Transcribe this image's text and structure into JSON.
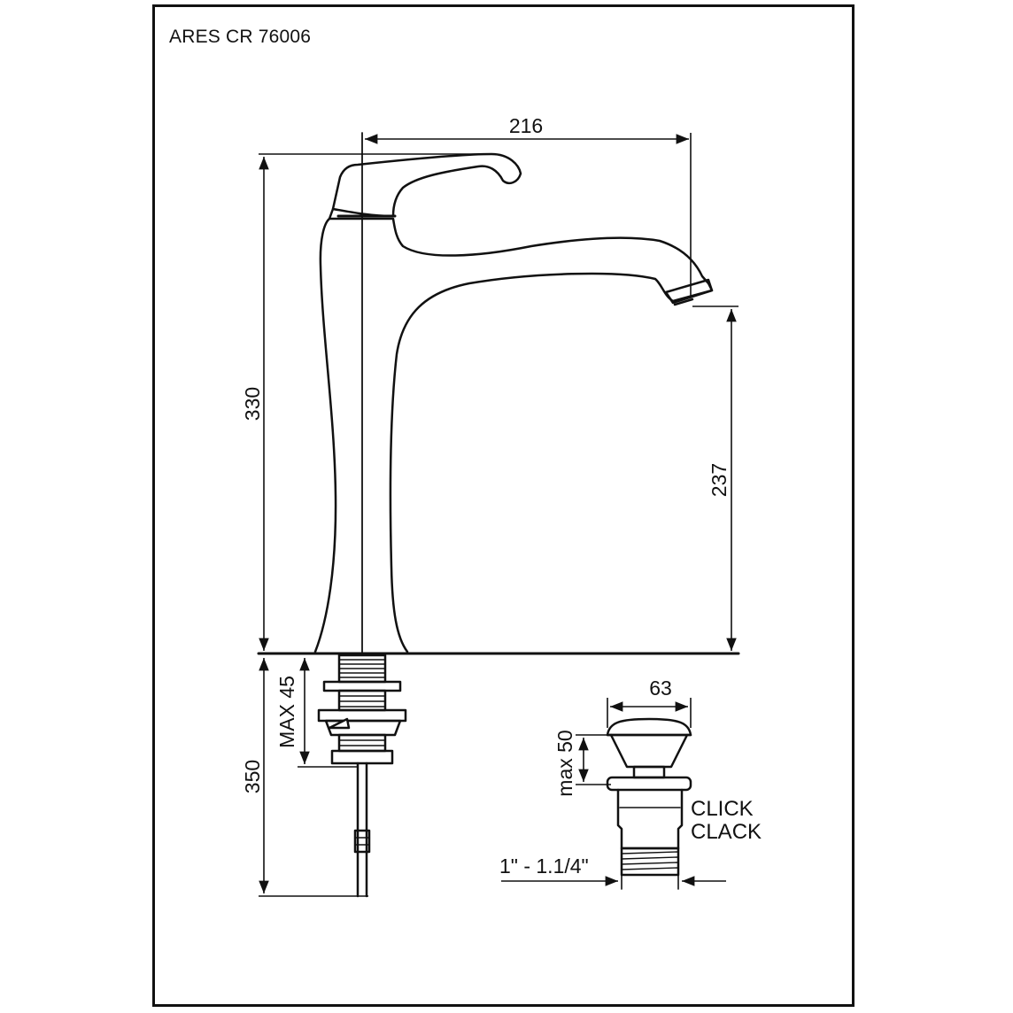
{
  "title": "ARES CR 76006",
  "dimensions": {
    "spout_reach": "216",
    "total_height": "330",
    "spout_height": "237",
    "max_thickness": "MAX 45",
    "hose_length": "350",
    "waste_diameter": "63",
    "waste_max": "max 50",
    "thread_size": "1\" - 1.1/4\""
  },
  "waste_type": {
    "line1": "CLICK",
    "line2": "CLACK"
  }
}
